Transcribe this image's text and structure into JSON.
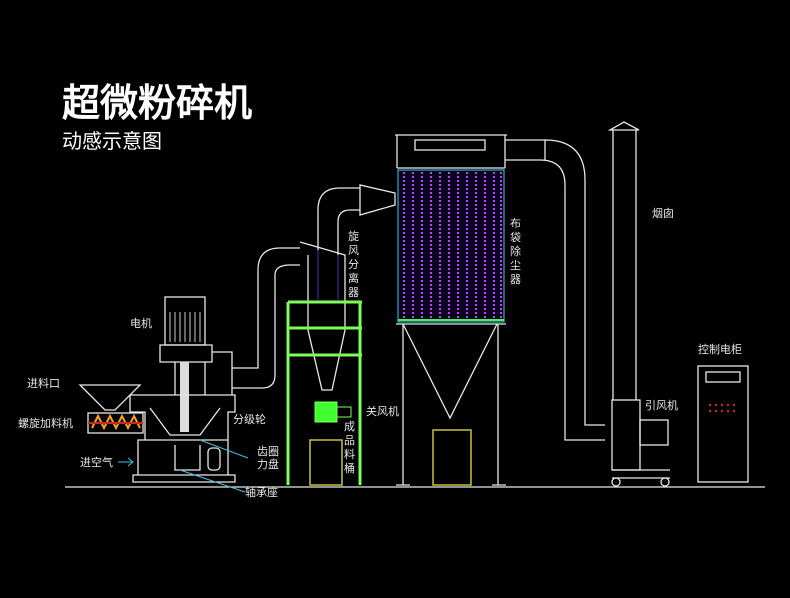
{
  "title": "超微粉碎机",
  "subtitle": "动感示意图",
  "labels": {
    "cyclone": [
      "旋",
      "风",
      "分",
      "离",
      "器"
    ],
    "baghouse": [
      "布",
      "袋",
      "除",
      "尘",
      "器"
    ],
    "chimney": "烟囱",
    "motor": "电机",
    "inlet": "进料口",
    "screw_feeder": "螺旋加料机",
    "classifier": "分级轮",
    "gear_ring": "齿圈",
    "force_plate": "力盘",
    "air_inlet": "进空气",
    "bearing_seat": "轴承座",
    "airlock": "关风机",
    "product_bin": [
      "成",
      "品",
      "料",
      "桶"
    ],
    "fan": "引风机",
    "control_cabinet": "控制电柜"
  },
  "colors": {
    "frame": "#7dff5a",
    "bags": "#c040ff",
    "bag_lines": "#40d0e0",
    "bin": "#c8c040",
    "arrow": "#40c0e0"
  }
}
